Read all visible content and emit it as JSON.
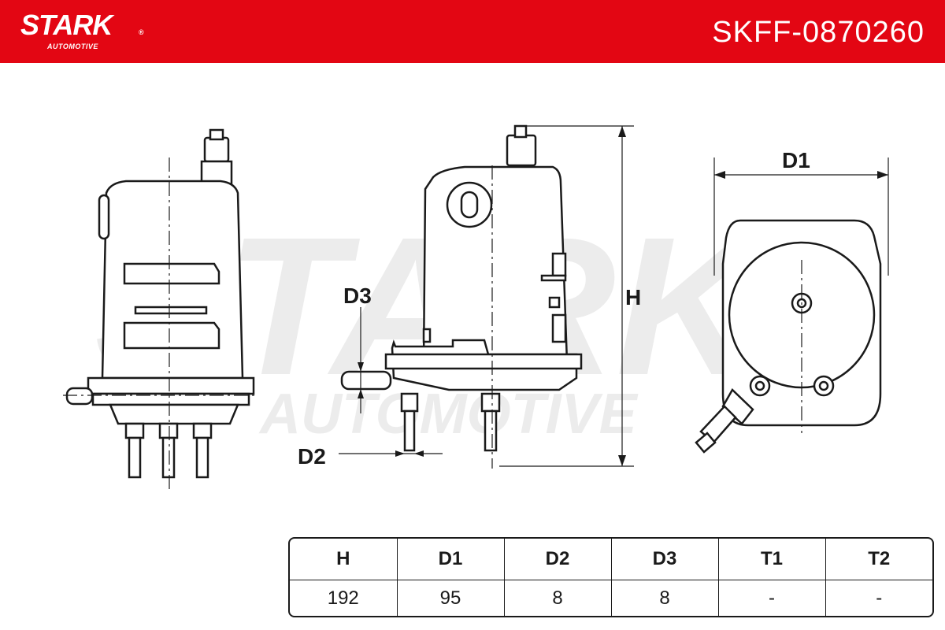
{
  "header": {
    "brand": "STARK",
    "brand_sub": "AUTOMOTIVE",
    "registered_mark": "®",
    "part_number": "SKFF-0870260",
    "background_color": "#e30613",
    "text_color": "#ffffff"
  },
  "watermark": {
    "text_main": "STARK",
    "text_sub": "AUTOMOTIVE",
    "registered_mark": "®"
  },
  "dimension_labels": {
    "d1": "D1",
    "d2": "D2",
    "d3": "D3",
    "h": "H"
  },
  "spec_table": {
    "headers": [
      "H",
      "D1",
      "D2",
      "D3",
      "T1",
      "T2"
    ],
    "values": [
      "192",
      "95",
      "8",
      "8",
      "-",
      "-"
    ]
  },
  "line_color": "#1a1a1a"
}
